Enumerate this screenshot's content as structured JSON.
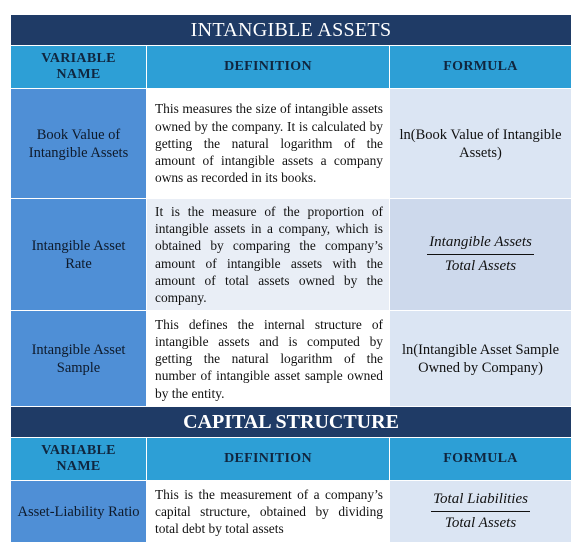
{
  "intangible_section": {
    "title": "INTANGIBLE ASSETS",
    "headers": {
      "variable": "VARIABLE NAME",
      "definition": "DEFINITION",
      "formula": "FORMULA"
    },
    "rows": [
      {
        "variable": "Book Value of Intangible Assets",
        "definition": "This measures the size of intangible assets owned by the company. It is calculated by getting the natural logarithm of the amount of intangible assets a company owns as recorded in its books.",
        "formula": "ln(Book Value of Intangible Assets)"
      },
      {
        "variable": "Intangible Asset Rate",
        "definition": "It is the measure of the proportion of intangible assets in a company, which is obtained by comparing the company’s amount of intangible assets with the amount of total assets owned by the company.",
        "formula_numerator": "Intangible Assets",
        "formula_denominator": "Total Assets"
      },
      {
        "variable": "Intangible Asset Sample",
        "definition": "This defines the internal structure of intangible assets and is computed by getting the natural logarithm of the number of intangible asset sample owned by the entity.",
        "formula": "ln(Intangible Asset Sample Owned by Company)"
      }
    ]
  },
  "capital_section": {
    "title": "CAPITAL STRUCTURE",
    "headers": {
      "variable": "VARIABLE NAME",
      "definition": "DEFINITION",
      "formula": "FORMULA"
    },
    "rows": [
      {
        "variable": "Asset-Liability Ratio",
        "definition": "This is the measurement of a company’s capital structure, obtained by dividing total debt by total assets",
        "formula_numerator": "Total Liabilities",
        "formula_denominator": "Total Assets"
      }
    ]
  }
}
